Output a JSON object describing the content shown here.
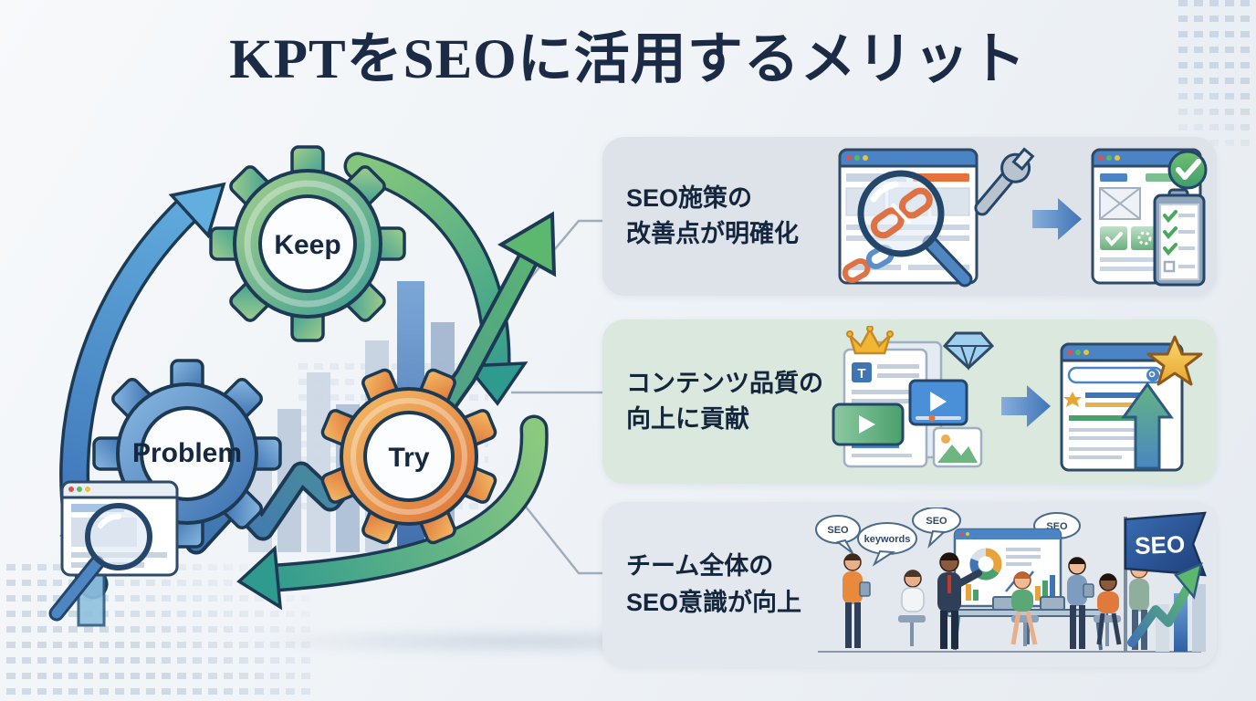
{
  "title": "KPTをSEOに活用するメリット",
  "cycle": {
    "keep_label": "Keep",
    "problem_label": "Problem",
    "try_label": "Try",
    "icons": [
      "gear-icon",
      "cycle-arrow-icon",
      "growth-zigzag-arrow-icon",
      "bar-chart-icon",
      "browser-magnifier-icon"
    ]
  },
  "benefits": [
    {
      "line1": "SEO施策の",
      "line2": "改善点が明確化",
      "icons": [
        "browser-broken-link-icon",
        "magnifier-icon",
        "wrench-icon",
        "right-arrow-icon",
        "browser-check-icon",
        "check-badge-icon",
        "checklist-clipboard-icon"
      ]
    },
    {
      "line1": "コンテンツ品質の",
      "line2": "向上に貢献",
      "doc_letter": "T",
      "icons": [
        "crown-icon",
        "document-icon",
        "diamond-icon",
        "video-player-icon",
        "image-thumbnail-icon",
        "right-arrow-icon",
        "search-browser-icon",
        "star-icon",
        "up-arrow-icon"
      ]
    },
    {
      "line1": "チーム全体の",
      "line2": "SEO意識が向上",
      "bubbles": [
        "SEO",
        "keywords",
        "SEO",
        "SEO"
      ],
      "flag_label": "SEO",
      "icons": [
        "speech-bubble-icon",
        "presentation-chart-icon",
        "meeting-table-icon",
        "laptop-icon",
        "seo-flag-icon",
        "growth-arrow-icon"
      ]
    }
  ],
  "colors": {
    "background": "#eef2f6",
    "title_navy": "#1b2b45",
    "keep_green": "#57a887",
    "problem_blue": "#4a7fc1",
    "try_orange": "#e8923f",
    "cycle_teal": "#2f9a8e",
    "card1_bg": "#dee3ea",
    "card2_bg": "#dbe8de",
    "card3_bg": "#e3e8ef",
    "flag_navy": "#2e5da8",
    "gold": "#f0b429"
  }
}
